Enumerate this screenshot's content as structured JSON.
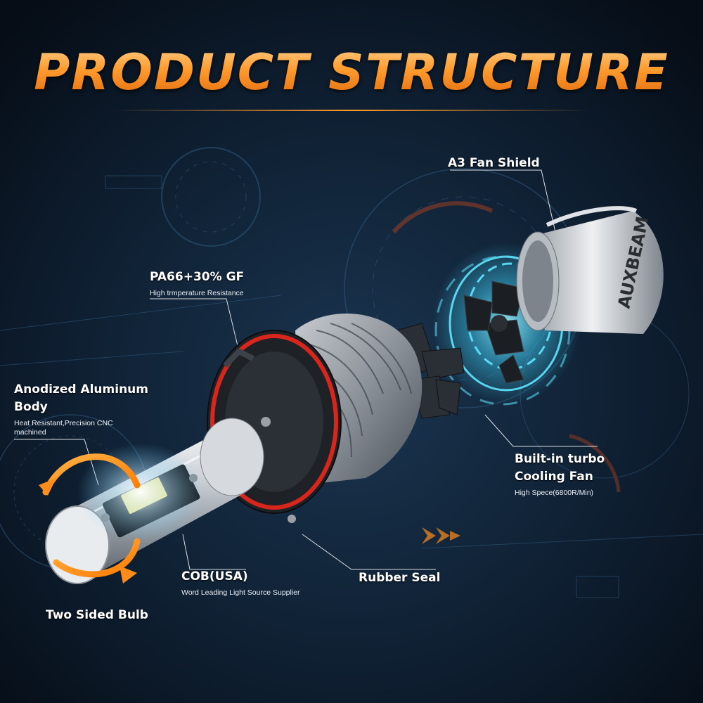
{
  "title": "PRODUCT STRUCTURE",
  "brand_text": "AUXBEAM",
  "colors": {
    "background": "#0b1826",
    "title_gradient_top": "#ffd08a",
    "title_gradient_bottom": "#e06a0c",
    "accent_orange": "#ff8c1a",
    "cyan_glow": "#3fd8ff",
    "rubber_seal": "#d9261c"
  },
  "callouts": {
    "fan_shield": {
      "heading": "A3 Fan Shield"
    },
    "pa66": {
      "heading": "PA66+30% GF",
      "sub": "High trmperature Resistance"
    },
    "aluminum": {
      "heading_line1": "Anodized Aluminum",
      "heading_line2": "Body",
      "sub_line1": "Heat Resistant,Precision CNC",
      "sub_line2": "machined"
    },
    "fan": {
      "heading_line1": "Built-in turbo",
      "heading_line2": "Cooling Fan",
      "sub": "High Spece(6800R/Min)"
    },
    "cob": {
      "heading": "COB(USA)",
      "sub": "Word Leading Light Source Supplier"
    },
    "seal": {
      "heading": "Rubber Seal"
    },
    "bulb": {
      "heading": "Two Sided Bulb"
    }
  }
}
